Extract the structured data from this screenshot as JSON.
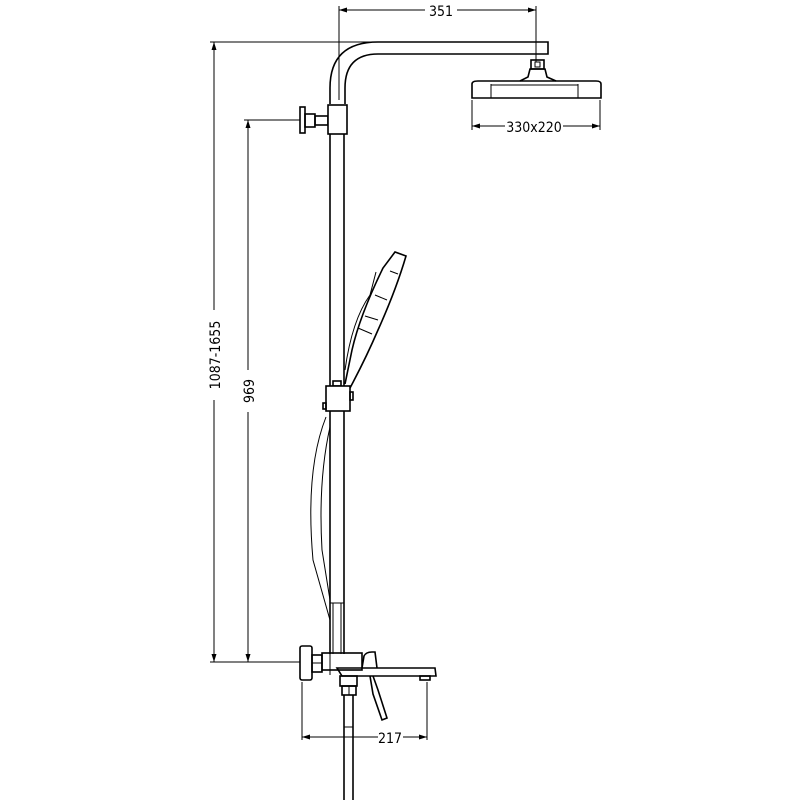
{
  "drawing": {
    "title": "Shower system dimension drawing",
    "dimensions": {
      "arm_projection": "351",
      "head_size": "330x220",
      "total_height": "1087-1655",
      "rail_height": "969",
      "mixer_width": "217"
    }
  }
}
